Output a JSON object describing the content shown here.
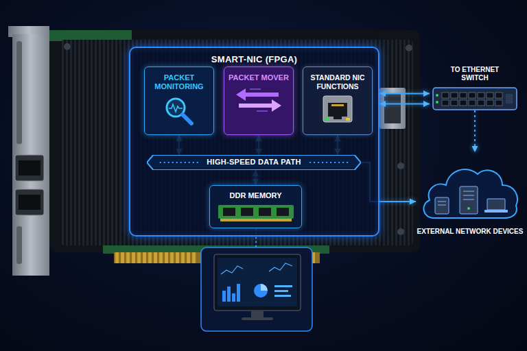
{
  "diagram": {
    "nodes": [
      {
        "text": [
          "SMART-NIC (FPGA)"
        ]
      },
      {
        "text": [
          "PACKET MONITORING"
        ],
        "in": 0
      },
      {
        "text": [
          "PACKET MOVER"
        ],
        "in": 0
      },
      {
        "text": [
          "STANDARD NIC FUNCTIONS"
        ],
        "in": 0
      },
      {
        "text": [
          "HIGH-SPEED DATA PATH"
        ],
        "in": 0
      },
      {
        "text": [
          "DDR MEMORY"
        ],
        "in": 0
      },
      {
        "text": [
          "TO ETHERNET SWITCH"
        ]
      },
      {
        "text": [
          "EXTERNAL NETWORK DEVICES"
        ]
      }
    ],
    "edges": [
      {
        "from": 1,
        "to": 4,
        "arrow": "both"
      },
      {
        "from": 2,
        "to": 4,
        "arrow": "both"
      },
      {
        "from": 3,
        "to": 4,
        "arrow": "both"
      },
      {
        "from": 4,
        "to": 5,
        "arrow": "both"
      },
      {
        "from": 0,
        "to": 6,
        "arrow": "both"
      },
      {
        "from": 0,
        "to": 6,
        "arrow": "both"
      },
      {
        "from": 6,
        "to": 7,
        "arrow": "to"
      },
      {
        "from": 4,
        "to": 7,
        "arrow": "to"
      }
    ]
  }
}
